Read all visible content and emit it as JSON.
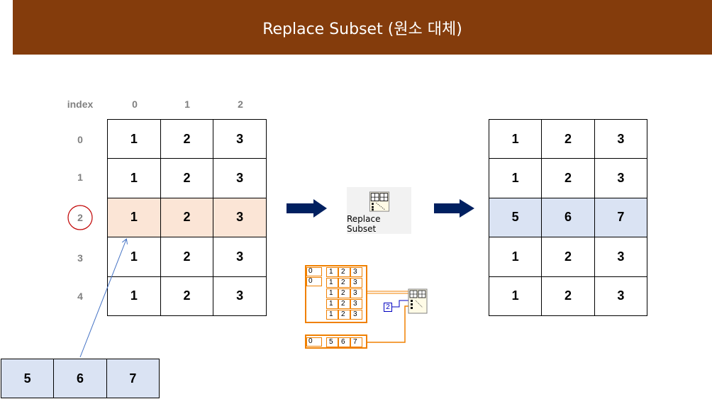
{
  "title": "Replace Subset (원소 대체)",
  "input_array": {
    "index_header": "index",
    "column_labels": [
      "0",
      "1",
      "2"
    ],
    "row_labels": [
      "0",
      "1",
      "2",
      "3",
      "4"
    ],
    "rows": [
      [
        "1",
        "2",
        "3"
      ],
      [
        "1",
        "2",
        "3"
      ],
      [
        "1",
        "2",
        "3"
      ],
      [
        "1",
        "2",
        "3"
      ],
      [
        "1",
        "2",
        "3"
      ]
    ],
    "highlighted_row": "2",
    "highlight_color": "#fbe5d6",
    "circle_color": "#c00000"
  },
  "replacement_array": {
    "values": [
      "5",
      "6",
      "7"
    ],
    "color": "#dae3f3"
  },
  "function_node": {
    "label": "Replace Subset",
    "icon": "replace-subset-icon"
  },
  "output_array": {
    "rows": [
      [
        "1",
        "2",
        "3"
      ],
      [
        "1",
        "2",
        "3"
      ],
      [
        "5",
        "6",
        "7"
      ],
      [
        "1",
        "2",
        "3"
      ],
      [
        "1",
        "2",
        "3"
      ]
    ],
    "highlighted_row": "2",
    "highlight_color": "#dae3f3"
  },
  "block_diagram": {
    "array_indices": [
      "0",
      "0"
    ],
    "array_rows": [
      [
        "1",
        "2",
        "3"
      ],
      [
        "1",
        "2",
        "3"
      ],
      [
        "1",
        "2",
        "3"
      ],
      [
        "1",
        "2",
        "3"
      ],
      [
        "1",
        "2",
        "3"
      ]
    ],
    "index_constant": "2",
    "subset_index": "0",
    "subset_values": [
      "5",
      "6",
      "7"
    ],
    "wire_color": "#f08000",
    "index_wire_color": "#0000c0"
  },
  "arrow_color": "#002060"
}
